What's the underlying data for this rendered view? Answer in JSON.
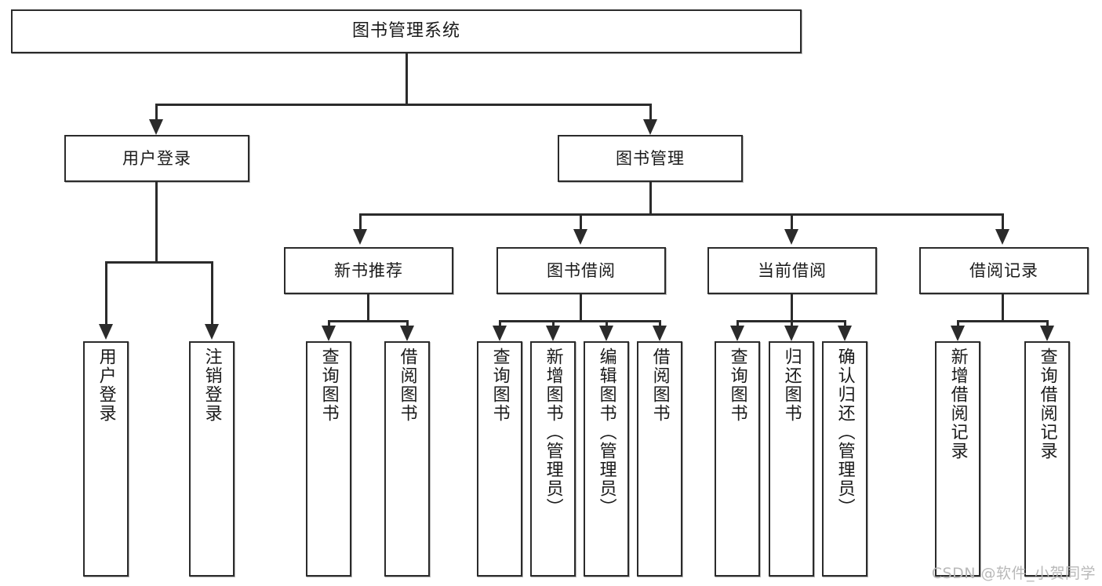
{
  "diagram": {
    "title": "图书管理系统",
    "type": "function-structure-tree",
    "root": {
      "label": "图书管理系统"
    },
    "level1": [
      {
        "label": "用户登录"
      },
      {
        "label": "图书管理"
      }
    ],
    "level2": [
      {
        "label": "新书推荐"
      },
      {
        "label": "图书借阅"
      },
      {
        "label": "当前借阅"
      },
      {
        "label": "借阅记录"
      }
    ],
    "leaves": {
      "user_login": [
        {
          "label": "用户登录"
        },
        {
          "label": "注销登录"
        }
      ],
      "new_book_recommend": [
        {
          "label": "查询图书"
        },
        {
          "label": "借阅图书"
        }
      ],
      "book_borrow": [
        {
          "label": "查询图书"
        },
        {
          "label": "新增图书（管理员）"
        },
        {
          "label": "编辑图书（管理员）"
        },
        {
          "label": "借阅图书"
        }
      ],
      "current_borrow": [
        {
          "label": "查询图书"
        },
        {
          "label": "归还图书"
        },
        {
          "label": "确认归还（管理员）"
        }
      ],
      "borrow_record": [
        {
          "label": "新增借阅记录"
        },
        {
          "label": "查询借阅记录"
        }
      ]
    }
  },
  "watermark": {
    "text": "CSDN @软件_小贺同学"
  },
  "colors": {
    "stroke": "#2b2b2b",
    "background": "#ffffff",
    "text": "#1a1a1a",
    "watermark": "#b9b9b9"
  }
}
